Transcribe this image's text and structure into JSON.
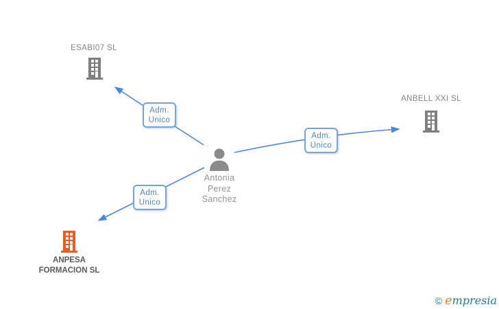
{
  "diagram": {
    "person": {
      "name_lines": [
        "Antonia",
        "Perez",
        "Sanchez"
      ]
    },
    "companies": [
      {
        "name": "ESABI07 SL"
      },
      {
        "name": "ANBELL XXI SL"
      },
      {
        "name_line1": "ANPESA",
        "name_line2": "FORMACION SL"
      }
    ],
    "edges": [
      {
        "label_line1": "Adm.",
        "label_line2": "Unico"
      },
      {
        "label_line1": "Adm.",
        "label_line2": "Unico"
      },
      {
        "label_line1": "Adm.",
        "label_line2": "Unico"
      }
    ]
  },
  "footer": {
    "copyright_symbol": "©",
    "brand_first_letter": "e",
    "brand_rest": "mpresia"
  },
  "colors": {
    "edge_blue": "#4a86e8",
    "edge_box_border": "#74a3e3",
    "edge_box_text": "#4a86d8",
    "building_gray": "#7f7f7f",
    "building_highlight_orange": "#f4581d",
    "company_label_gray": "#848484",
    "highlight_label_gray": "#5a5a5a",
    "person_gray": "#8a8a8a",
    "brand_teal": "#1b7f96",
    "brand_orange": "#f07f2d"
  }
}
